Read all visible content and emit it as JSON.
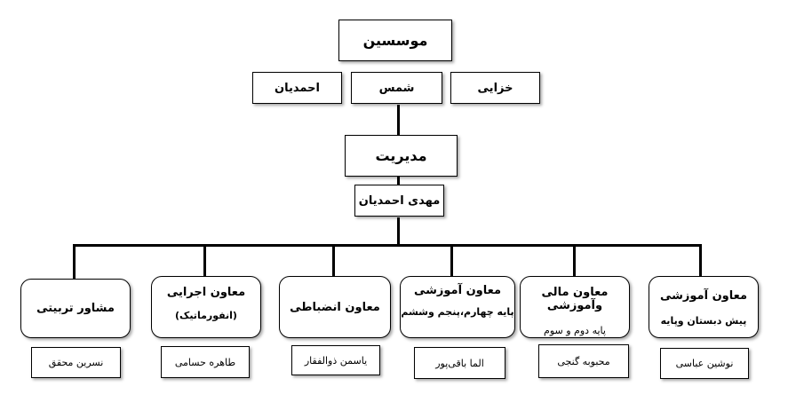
{
  "founders": {
    "title": "موسسین",
    "members": [
      "خزایی",
      "شمس",
      "احمدیان"
    ]
  },
  "management": {
    "title": "مدیریت",
    "name": "مهدی احمدیان"
  },
  "roles": [
    {
      "title": "معاون آموزشی",
      "subtitle": "پیش دبستان وپایه",
      "name": "نوشین عباسی"
    },
    {
      "title": "معاون مالی وآموزشی",
      "subtitle": "پایه دوم و سوم",
      "name": "محبوبه گنجی"
    },
    {
      "title": "معاون آموزشی",
      "subtitle": "پایه چهارم،پنجم وششم",
      "name": "الما باقی‌پور"
    },
    {
      "title": "معاون انضباطی",
      "subtitle": "",
      "name": "یاسمن ذوالفقار"
    },
    {
      "title": "معاون اجرایی",
      "subtitle": "(انفورماتیک)",
      "name": "طاهره حسامی"
    },
    {
      "title": "مشاور تربیتی",
      "subtitle": "",
      "name": "نسرین محقق"
    }
  ]
}
